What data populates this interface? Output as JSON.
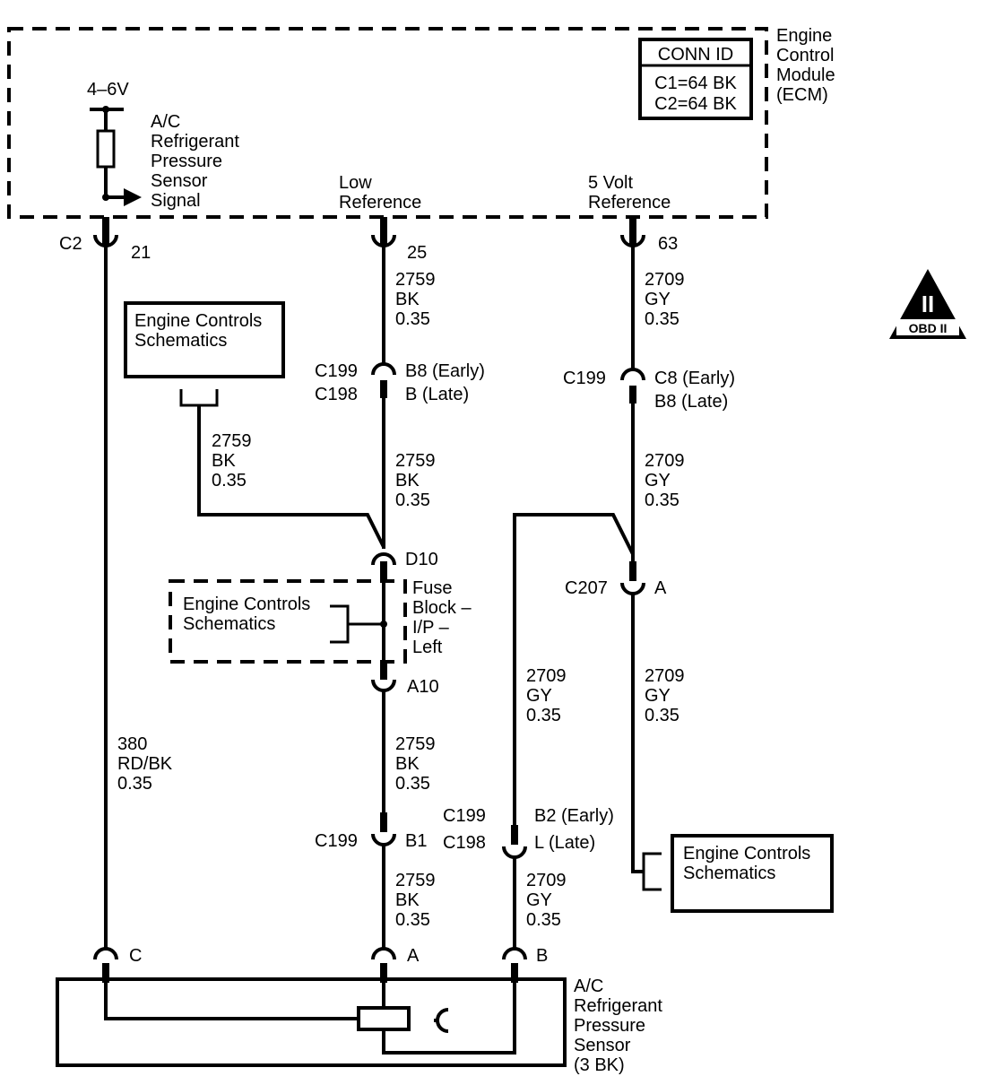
{
  "ecm": {
    "name_lines": [
      "Engine",
      "Control",
      "Module",
      "(ECM)"
    ],
    "conn_title": "CONN ID",
    "conn_lines": [
      "C1=64 BK",
      "C2=64 BK"
    ],
    "supply": "4–6V",
    "sensor_signal_lines": [
      "A/C",
      "Refrigerant",
      "Pressure",
      "Sensor",
      "Signal"
    ],
    "low_ref_lines": [
      "Low",
      "Reference"
    ],
    "five_volt_lines": [
      "5 Volt",
      "Reference"
    ],
    "c2": "C2",
    "pin21": "21",
    "pin25": "25",
    "pin63": "63"
  },
  "obd_badge": {
    "roman": "II",
    "label": "OBD II"
  },
  "wires": {
    "bk_top": [
      "2759",
      "BK",
      "0.35"
    ],
    "gy_top": [
      "2709",
      "GY",
      "0.35"
    ],
    "bk_branch": [
      "2759",
      "BK",
      "0.35"
    ],
    "bk_mid": [
      "2759",
      "BK",
      "0.35"
    ],
    "gy_mid": [
      "2709",
      "GY",
      "0.35"
    ],
    "gy_left": [
      "2709",
      "GY",
      "0.35"
    ],
    "gy_right": [
      "2709",
      "GY",
      "0.35"
    ],
    "rd_bk": [
      "380",
      "RD/BK",
      "0.35"
    ],
    "bk_low": [
      "2759",
      "BK",
      "0.35"
    ],
    "bk_bottom": [
      "2759",
      "BK",
      "0.35"
    ],
    "gy_bottom": [
      "2709",
      "GY",
      "0.35"
    ]
  },
  "connectors": {
    "c199": "C199",
    "c198": "C198",
    "b8_early": "B8  (Early)",
    "b_late": "B  (Late)",
    "c8_early": "C8  (Early)",
    "b8_late": "B8  (Late)",
    "d10": "D10",
    "a10": "A10",
    "c207": "C207",
    "a": "A",
    "b1": "B1",
    "b2_early": "B2  (Early)",
    "l_late": "L  (Late)",
    "pin_c": "C",
    "pin_a": "A",
    "pin_b": "B"
  },
  "fuse_block_lines": [
    "Fuse",
    "Block –",
    "I/P –",
    "Left"
  ],
  "engine_controls": [
    "Engine Controls",
    "Schematics"
  ],
  "sensor_lines": [
    "A/C",
    "Refrigerant",
    "Pressure",
    "Sensor",
    "(3 BK)"
  ]
}
